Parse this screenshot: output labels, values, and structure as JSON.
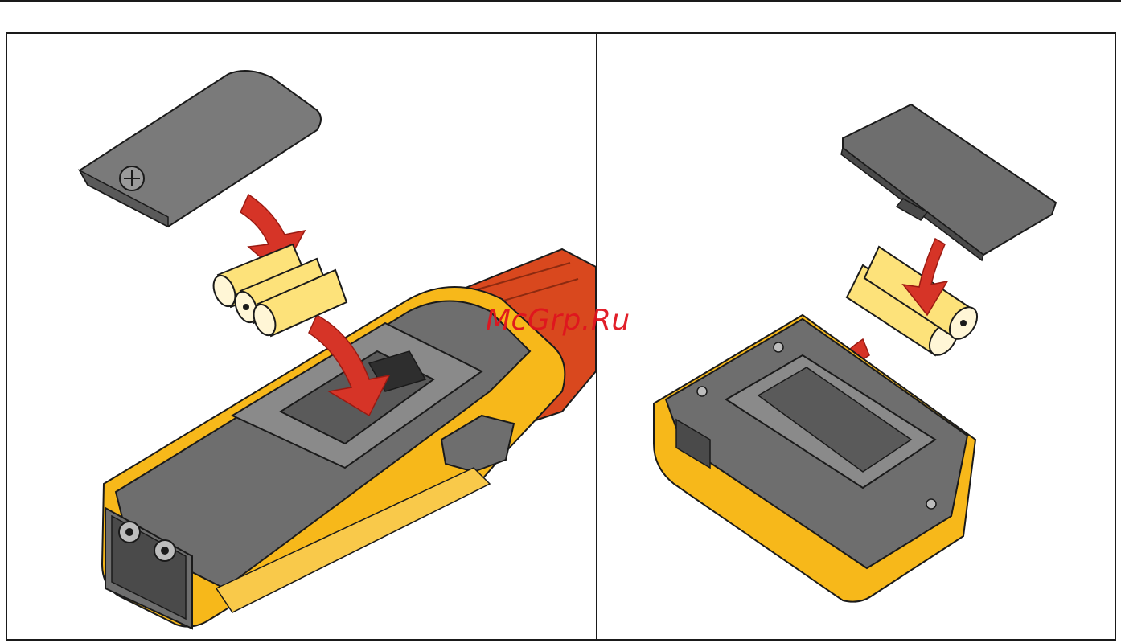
{
  "figure": {
    "panels": [
      {
        "name": "meter-battery-replacement"
      },
      {
        "name": "module-battery-replacement"
      }
    ]
  },
  "watermark": {
    "text": "McGrp.Ru"
  },
  "colors": {
    "housing_yellow": "#f7b81a",
    "housing_gray": "#6e6e6e",
    "arrow_red": "#d63427",
    "jaw_orange": "#d9481e",
    "battery_yellow": "#fde27a"
  }
}
